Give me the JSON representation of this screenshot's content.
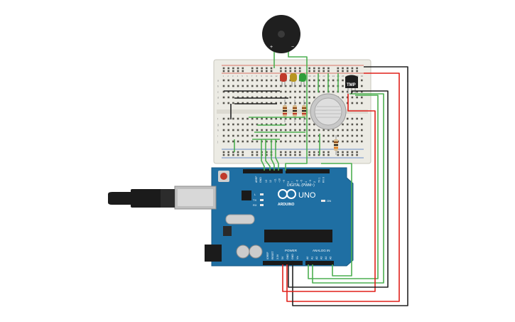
{
  "circuit": {
    "buzzer": {
      "plus": "+",
      "minus": "−"
    },
    "temp_sensor": {
      "label": "TMP"
    },
    "arduino": {
      "brand": "ARDUINO",
      "model": "UNO",
      "digital_header": "DIGITAL (PWM~)",
      "power_header": "POWER",
      "analog_header": "ANALOG IN",
      "aref": "AREF",
      "gnd": "GND",
      "led_l": "L",
      "tx": "TX",
      "rx": "RX",
      "on": "ON"
    },
    "breadboard_cols": [
      "1",
      "2",
      "3",
      "4",
      "5",
      "6",
      "7",
      "8",
      "9",
      "10",
      "11",
      "12",
      "13",
      "14",
      "15",
      "16",
      "17",
      "18",
      "19",
      "20",
      "21",
      "22",
      "23",
      "24",
      "25",
      "26",
      "27",
      "28",
      "29",
      "30"
    ],
    "breadboard_rows_top": [
      "a",
      "b",
      "c",
      "d",
      "e"
    ],
    "breadboard_rows_bottom": [
      "f",
      "g",
      "h",
      "i",
      "j"
    ],
    "digital_pins": [
      "13",
      "12",
      "~11",
      "~10",
      "~9",
      "8",
      "7",
      "~6",
      "~5",
      "4",
      "~3",
      "2",
      "TX 1",
      "RX 0"
    ],
    "power_pins": [
      "IOREF",
      "RESET",
      "3.3V",
      "5V",
      "GND",
      "GND",
      "Vin"
    ],
    "analog_pins": [
      "A0",
      "A1",
      "A2",
      "A3",
      "A4",
      "A5"
    ],
    "colors": {
      "board": "#1f6fa3",
      "breadboard": "#eceae2",
      "wire_red": "#e0201a",
      "wire_black": "#222222",
      "wire_green": "#4caf50",
      "led_red": "#d9302c",
      "led_yellow": "#c9a227",
      "led_green": "#3aa83a"
    }
  }
}
